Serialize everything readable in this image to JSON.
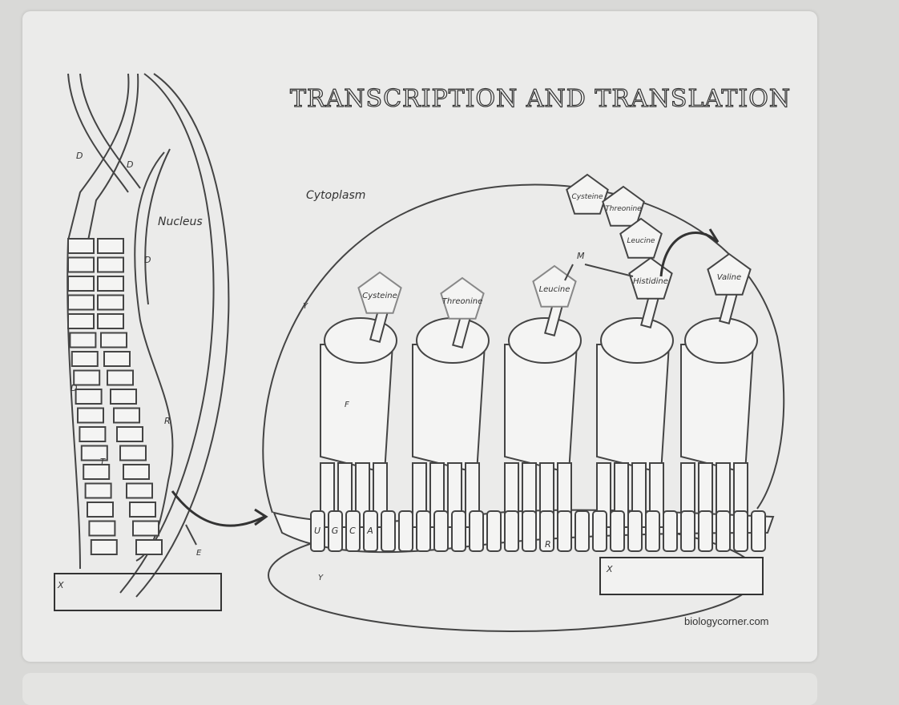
{
  "title": "TRANSCRIPTION AND TRANSLATION",
  "labels": {
    "cytoplasm": "Cytoplasm",
    "nucleus": "Nucleus",
    "d": "D",
    "r": "R",
    "t": "T",
    "e": "E",
    "x": "X",
    "y": "Y",
    "f": "F",
    "m": "M"
  },
  "mrna_bases": [
    "U",
    "G",
    "C",
    "A"
  ],
  "trna_amino_acids": [
    "Cysteine",
    "Threonine",
    "Leucine",
    "Histidine",
    "Valine"
  ],
  "polypeptide_chain": [
    "Cysteine",
    "Threonine",
    "Leucine"
  ],
  "credit": "biologycorner.com"
}
